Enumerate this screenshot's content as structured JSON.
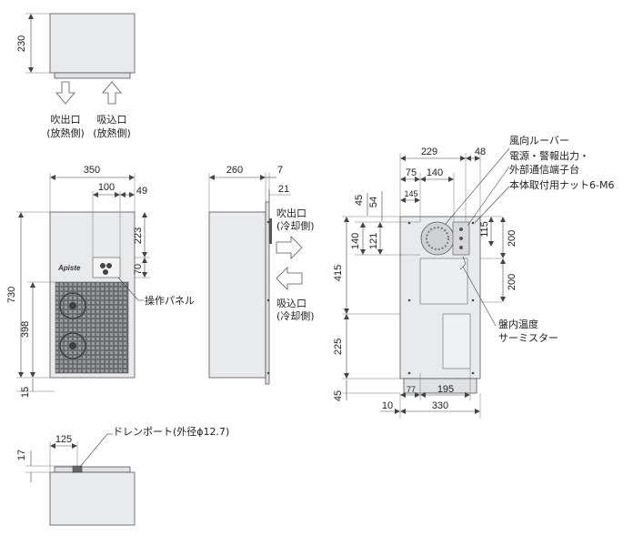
{
  "top_view": {
    "dim_height": "230"
  },
  "airflow_top": {
    "outlet_label": "吹出口",
    "outlet_sub": "(放熱側)",
    "inlet_label": "吸込口",
    "inlet_sub": "(放熱側)"
  },
  "front_view": {
    "brand": "Apiste",
    "dim_width": "350",
    "dim_100": "100",
    "dim_49": "49",
    "dim_223": "223",
    "dim_70": "70",
    "dim_730": "730",
    "dim_398": "398",
    "dim_15": "15",
    "panel_label": "操作パネル"
  },
  "side_view": {
    "dim_260": "260",
    "dim_7": "7",
    "dim_21": "21",
    "outlet_label": "吹出口",
    "outlet_sub": "(冷却側)",
    "inlet_label": "吸込口",
    "inlet_sub": "(冷却側)"
  },
  "rear_view": {
    "dim_229": "229",
    "dim_48": "48",
    "dim_75": "75",
    "dim_140": "140",
    "dim_145": "145",
    "dim_45_top": "45",
    "dim_54": "54",
    "dim_140_v": "140",
    "dim_121": "121",
    "dim_115": "115",
    "dim_200_a": "200",
    "dim_200_b": "200",
    "dim_415": "415",
    "dim_225": "225",
    "dim_45_bottom": "45",
    "dim_77": "77",
    "dim_195": "195",
    "dim_10": "10",
    "dim_330": "330",
    "louver_label": "風向ルーバー",
    "power_label_1": "電源・警報出力・",
    "power_label_2": "外部通信端子台",
    "nut_label": "本体取付用ナット6-M6",
    "thermistor_label_1": "盤内温度",
    "thermistor_label_2": "サーミスター"
  },
  "bottom_view": {
    "dim_125": "125",
    "dim_17": "17",
    "drain_label": "ドレンポート(外径ϕ12.7)"
  }
}
